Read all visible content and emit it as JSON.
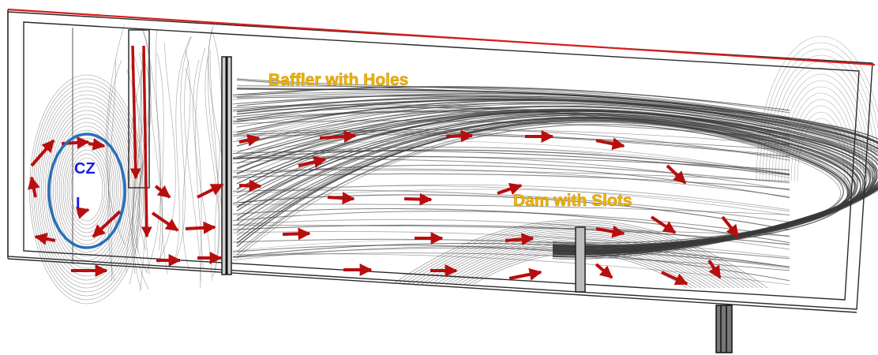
{
  "labels": {
    "baffle": "Baffler with Holes",
    "dam": "Dam with Slots",
    "cz_line1": "CZ",
    "cz_line2": "I"
  },
  "colors": {
    "annotation_text": "#f0b400",
    "arrow": "#b80e0e",
    "zone_ellipse": "#2a6fb8",
    "cz_text": "#1a1ae6",
    "streamline": "#3a3a3a",
    "outline": "#2a2a2a",
    "top_edge": "#d81e1e"
  },
  "icons": {
    "flow_arrow": "arrow-right-icon"
  }
}
